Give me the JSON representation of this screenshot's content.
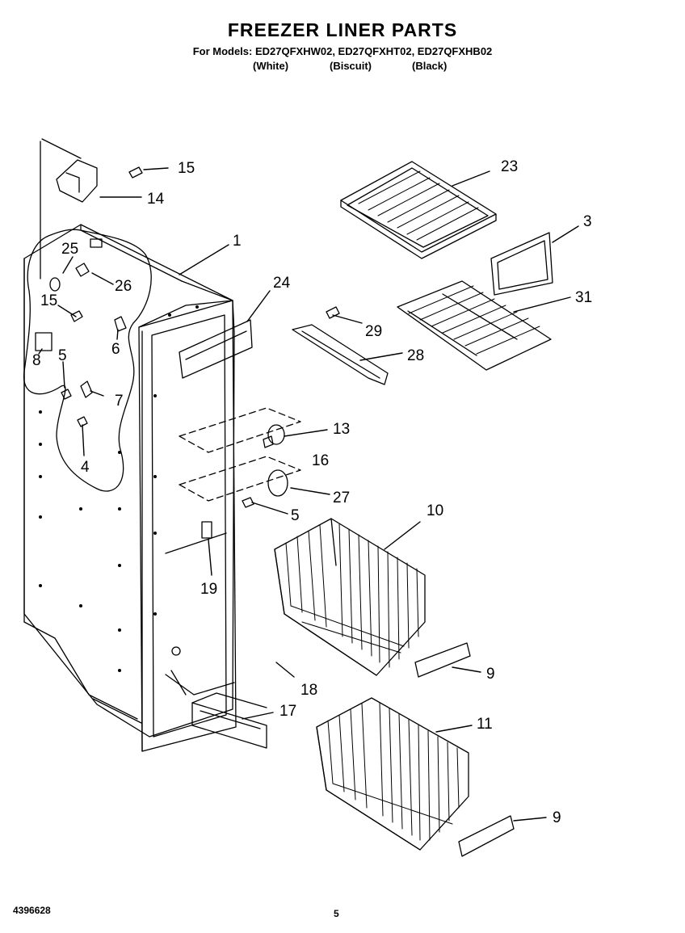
{
  "header": {
    "title": "FREEZER LINER PARTS",
    "models_line": "For Models: ED27QFXHW02, ED27QFXHT02, ED27QFXHB02",
    "finishes": [
      "(White)",
      "(Biscuit)",
      "(Black)"
    ]
  },
  "footer": {
    "doc_number": "4396628",
    "page_number": "5"
  },
  "callouts": [
    "15",
    "14",
    "25",
    "26",
    "15",
    "8",
    "5",
    "6",
    "7",
    "4",
    "1",
    "24",
    "23",
    "3",
    "31",
    "29",
    "28",
    "13",
    "16",
    "27",
    "5",
    "10",
    "19",
    "9",
    "18",
    "17",
    "11",
    "9"
  ]
}
